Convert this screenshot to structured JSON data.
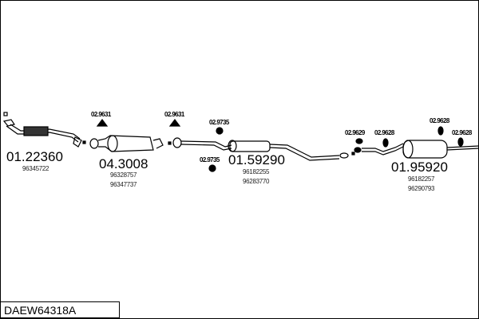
{
  "parts": [
    {
      "number": "01.22360",
      "oem": [
        "96345722"
      ]
    },
    {
      "number": "04.3008",
      "oem": [
        "96328757",
        "96347737"
      ]
    },
    {
      "number": "01.59290",
      "oem": [
        "96182255",
        "96283770"
      ]
    },
    {
      "number": "01.95920",
      "oem": [
        "96182257",
        "96290793"
      ]
    }
  ],
  "clips": [
    "02.9631",
    "02.9631",
    "02.9735",
    "02.9735",
    "02.9629",
    "02.9628",
    "02.9628",
    "02.9628"
  ],
  "kit_code": "DAEW64318A"
}
